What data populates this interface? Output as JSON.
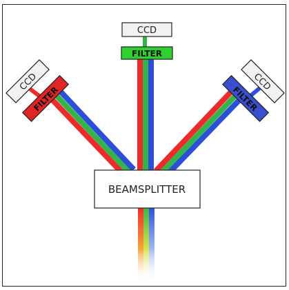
{
  "diagram": {
    "beamsplitter": {
      "label": "BEAMSPLITTER"
    },
    "detectors": [
      {
        "id": "center",
        "ccd_label": "CCD",
        "filter_label": "FILTER",
        "filter_color": "#2fd02f"
      },
      {
        "id": "left",
        "ccd_label": "CCD",
        "filter_label": "FILTER",
        "filter_color": "#e12525"
      },
      {
        "id": "right",
        "ccd_label": "CCD",
        "filter_label": "FILTER",
        "filter_color": "#3a4fd0"
      }
    ],
    "colors": {
      "red": "#ef2a2a",
      "green": "#33b54a",
      "blue": "#2b4fd8",
      "yellow": "#f6c93a",
      "ccd_fill": "#f2f2f2",
      "outline": "#222222"
    }
  }
}
